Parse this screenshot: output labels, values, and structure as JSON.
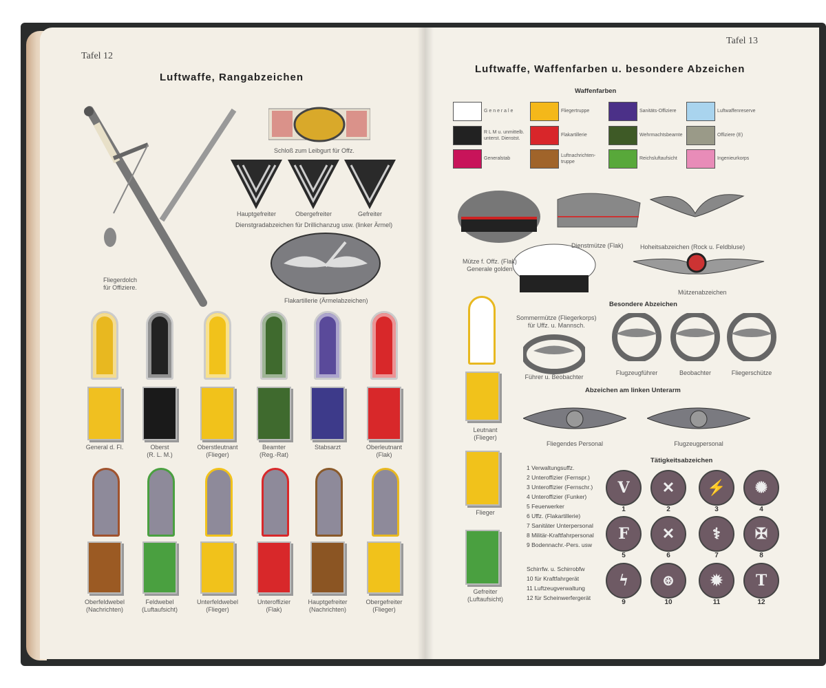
{
  "left_page": {
    "plate": "Tafel 12",
    "title": "Luftwaffe, Rangabzeichen",
    "dagger_caption": [
      "Fliegerdolch",
      "für Offiziere."
    ],
    "buckle_caption": "Schloß zum Leibgurt für Offz.",
    "chevrons": [
      "Hauptgefreiter",
      "Obergefreiter",
      "Gefreiter"
    ],
    "chevron_caption": "Dienstgradabzeichen für Drillichanzug usw. (linker Ärmel)",
    "flak_caption": "Flakartillerie (Ärmelabzeichen)",
    "row1": [
      {
        "label": [
          "General d. Fl.",
          ""
        ],
        "color": "#f2f2f2",
        "board": "#e8b820",
        "patch": "#f0c020"
      },
      {
        "label": [
          "Oberst",
          "(R. L. M.)"
        ],
        "color": "#222222",
        "board": "#222",
        "patch": "#1a1a1a"
      },
      {
        "label": [
          "Oberstleutnant",
          "(Flieger)"
        ],
        "color": "#f1c21b",
        "board": "#f1c21b",
        "patch": "#f1c21b"
      },
      {
        "label": [
          "Beamter",
          "(Reg.-Rat)"
        ],
        "color": "#3f6a2e",
        "board": "#3f6a2e",
        "patch": "#3f6a2e"
      },
      {
        "label": [
          "Stabsarzt",
          ""
        ],
        "color": "#3d3a8a",
        "board": "#5a4a9a",
        "patch": "#3d3a8a"
      },
      {
        "label": [
          "Oberleutnant",
          "(Flak)"
        ],
        "color": "#d8282a",
        "board": "#d8282a",
        "patch": "#d8282a"
      }
    ],
    "row2": [
      {
        "label": [
          "Oberfeldwebel",
          "(Nachrichten)"
        ],
        "board": "#a0522d",
        "patch": "#9b5a23"
      },
      {
        "label": [
          "Feldwebel",
          "(Luftaufsicht)"
        ],
        "board": "#4aa040",
        "patch": "#4aa040"
      },
      {
        "label": [
          "Unterfeldwebel",
          "(Flieger)"
        ],
        "board": "#f1c21b",
        "patch": "#f1c21b"
      },
      {
        "label": [
          "Unteroffizier",
          "(Flak)"
        ],
        "board": "#d8282a",
        "patch": "#d8282a"
      },
      {
        "label": [
          "Hauptgefreiter",
          "(Nachrichten)"
        ],
        "board": "#8a5a2a",
        "patch": "#8b5523"
      },
      {
        "label": [
          "Obergefreiter",
          "(Flieger)"
        ],
        "board": "#e8b820",
        "patch": "#f1c21b"
      }
    ]
  },
  "right_page": {
    "plate": "Tafel 13",
    "title": "Luftwaffe, Waffenfarben u. besondere Abzeichen",
    "waffenfarben_heading": "Waffenfarben",
    "waffenfarben": [
      {
        "label": [
          "G e n e r a l e"
        ],
        "color": "#ffffff"
      },
      {
        "label": [
          "R L M  u. unmittelb.",
          "unterst. Dienstst."
        ],
        "color": "#222222"
      },
      {
        "label": [
          "Generalstab"
        ],
        "color": "#c8145a"
      },
      {
        "label": [
          "Fliegertruppe"
        ],
        "color": "#f4b81a"
      },
      {
        "label": [
          "Flakartillerie"
        ],
        "color": "#d8262a"
      },
      {
        "label": [
          "Luftnachrichten-",
          "truppe"
        ],
        "color": "#a0642a"
      },
      {
        "label": [
          "Sanitäts-Offiziere"
        ],
        "color": "#4b3088"
      },
      {
        "label": [
          "Wehrmachtsbeamte"
        ],
        "color": "#3e5a26"
      },
      {
        "label": [
          "Reichsluftaufsicht"
        ],
        "color": "#58a83a"
      },
      {
        "label": [
          "Luftwaffenreserve"
        ],
        "color": "#a9d4ee"
      },
      {
        "label": [
          "Offiziere (E)"
        ],
        "color": "#9a9a88"
      },
      {
        "label": [
          "Ingenieurkorps"
        ],
        "color": "#e88cb8"
      }
    ],
    "caps": {
      "flak_cap": [
        "Mütze f. Offz. (Flak)",
        "Generale golden"
      ],
      "dienstmuetze": "Dienstmütze (Flak)",
      "hoheitsabzeichen": "Hoheitsabzeichen (Rock u. Feldbluse)",
      "muetzenabzeichen": "Mützenabzeichen",
      "sommermuetze": [
        "Sommermütze (Fliegerkorps)",
        "für Uffz. u. Mannsch."
      ]
    },
    "ranks_left": [
      {
        "label": [
          "Leutnant",
          "(Flieger)"
        ]
      },
      {
        "label": [
          "Flieger"
        ]
      },
      {
        "label": [
          "Gefreiter",
          "(Luftaufsicht)"
        ]
      }
    ],
    "besondere_heading": "Besondere Abzeichen",
    "besondere": [
      "Führer u. Beobachter",
      "Flugzeugführer",
      "Beobachter",
      "Fliegerschütze"
    ],
    "unterarm_heading": "Abzeichen am linken Unterarm",
    "unterarm": [
      "Fliegendes Personal",
      "Flugzeugpersonal"
    ],
    "taetigkeit_heading": "Tätigkeitsabzeichen",
    "taetigkeit_list": [
      "1  Verwaltungsuffz.",
      "2  Unteroffizier (Fernspr.)",
      "3  Unteroffizier (Fernschr.)",
      "4  Unteroffizier (Funker)",
      "5  Feuerwerker",
      "6  Uffz. (Flakartillerie)",
      "7  Sanitäter Unterpersonal",
      "8  Militär-Kraftfahrpersonal",
      "9  Bodennachr.-Pers. usw"
    ],
    "schirr_heading": "Schirrfw. u. Schirrobfw",
    "schirr_list": [
      "10  für Kraftfahrgerät",
      "11  Luftzeugverwaltung",
      "12  für Scheinwerfergerät"
    ],
    "badges": [
      {
        "n": "1",
        "glyph": "V"
      },
      {
        "n": "2",
        "glyph": "✕"
      },
      {
        "n": "3",
        "glyph": "⚡"
      },
      {
        "n": "4",
        "glyph": "✺"
      },
      {
        "n": "5",
        "glyph": "F"
      },
      {
        "n": "6",
        "glyph": "✕"
      },
      {
        "n": "7",
        "glyph": "⚕"
      },
      {
        "n": "8",
        "glyph": "✠"
      },
      {
        "n": "9",
        "glyph": "ϟ"
      },
      {
        "n": "10",
        "glyph": "⊛"
      },
      {
        "n": "11",
        "glyph": "✹"
      },
      {
        "n": "12",
        "glyph": "T"
      }
    ]
  }
}
